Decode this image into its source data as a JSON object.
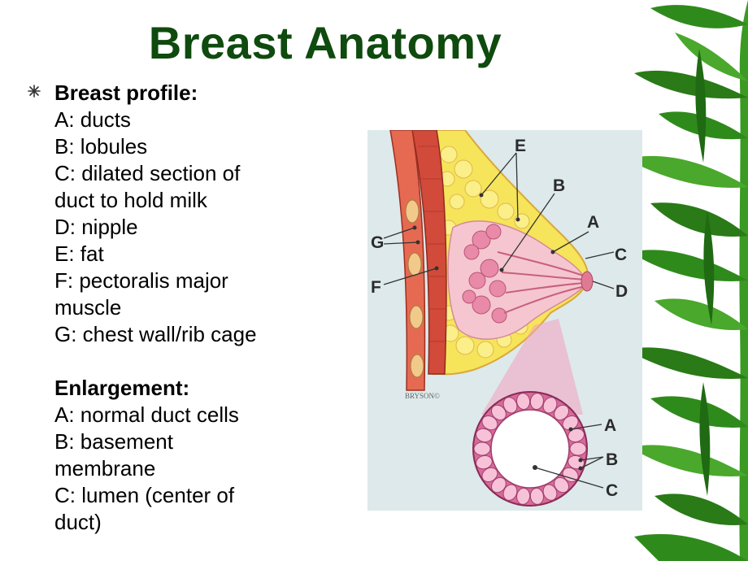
{
  "slide": {
    "title": "Breast Anatomy",
    "accent": "#0f4a0f"
  },
  "profile": {
    "heading": "Breast profile:",
    "lines": [
      "A: ducts",
      "B: lobules",
      "C: dilated section of",
      "duct to hold milk",
      "D: nipple",
      "E: fat",
      "F: pectoralis major",
      "muscle",
      "G: chest wall/rib cage"
    ]
  },
  "enlargement": {
    "heading": "Enlargement:",
    "lines": [
      "A: normal duct cells",
      "B: basement",
      "membrane",
      "C: lumen (center of",
      "duct)"
    ]
  },
  "diagram": {
    "labels": {
      "e": "E",
      "b": "B",
      "a": "A",
      "g": "G",
      "c": "C",
      "f": "F",
      "d": "D",
      "enl_a": "A",
      "enl_b": "B",
      "enl_c": "C"
    },
    "signature": "BRYSON©"
  },
  "decor": {
    "bullet_icon": "asterisk-bullet-icon",
    "side_art": "bamboo-leaves"
  }
}
